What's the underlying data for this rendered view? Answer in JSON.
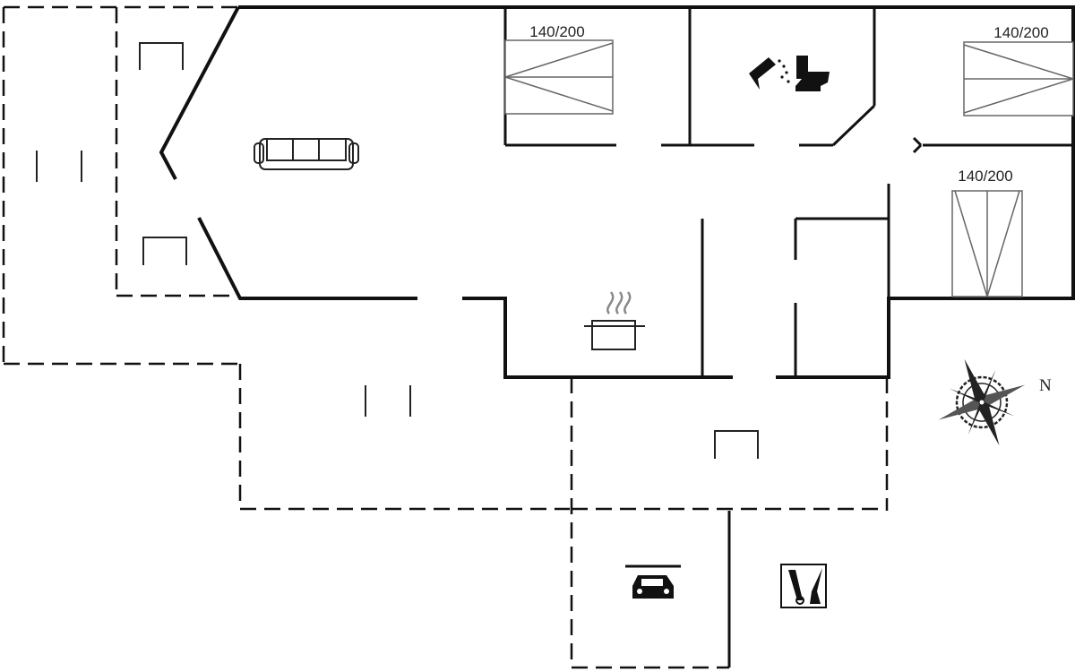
{
  "floor_plan": {
    "bed_labels": [
      "140/200",
      "140/200",
      "140/200"
    ],
    "compass_label": "N",
    "icons": [
      "sofa-icon",
      "shower-icon",
      "toilet-icon",
      "cooking-pot-icon",
      "car-icon",
      "cleaning-tools-icon",
      "compass-rose-icon"
    ],
    "colors": {
      "walls": "#111111",
      "bed_outline": "#666666",
      "background": "#ffffff"
    }
  }
}
